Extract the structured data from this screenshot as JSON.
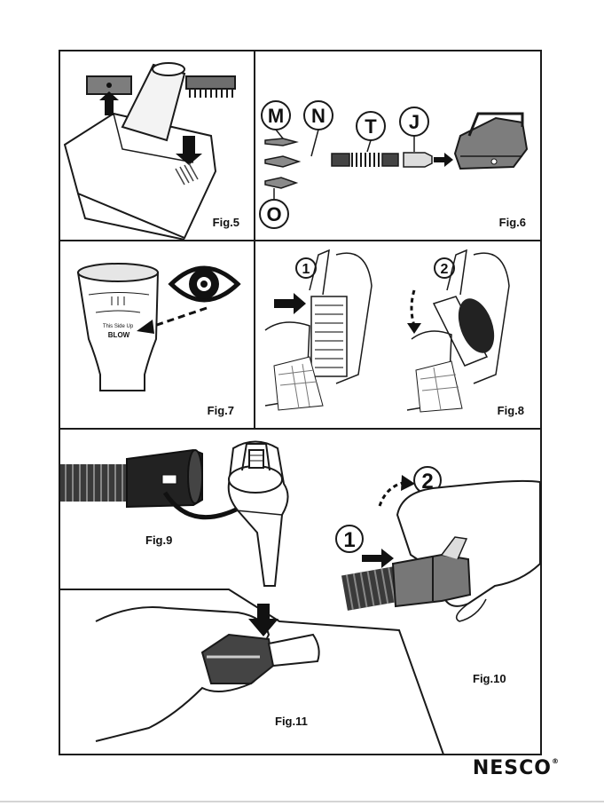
{
  "figures": {
    "fig5": {
      "label": "Fig.5"
    },
    "fig6": {
      "label": "Fig.6",
      "parts": [
        "M",
        "N",
        "T",
        "J",
        "O"
      ]
    },
    "fig7": {
      "label": "Fig.7",
      "nozzle_text_1": "This Side Up",
      "nozzle_text_2": "BLOW"
    },
    "fig8": {
      "label": "Fig.8",
      "steps": [
        "1",
        "2"
      ]
    },
    "fig9": {
      "label": "Fig.9"
    },
    "fig10": {
      "label": "Fig.10",
      "steps": [
        "1",
        "2"
      ]
    },
    "fig11": {
      "label": "Fig.11"
    }
  },
  "brand": {
    "name": "NESCO"
  },
  "colors": {
    "line": "#1a1a1a",
    "shade": "#8a8a8a",
    "dark": "#2a2a2a",
    "accent_fill": "#555555"
  }
}
